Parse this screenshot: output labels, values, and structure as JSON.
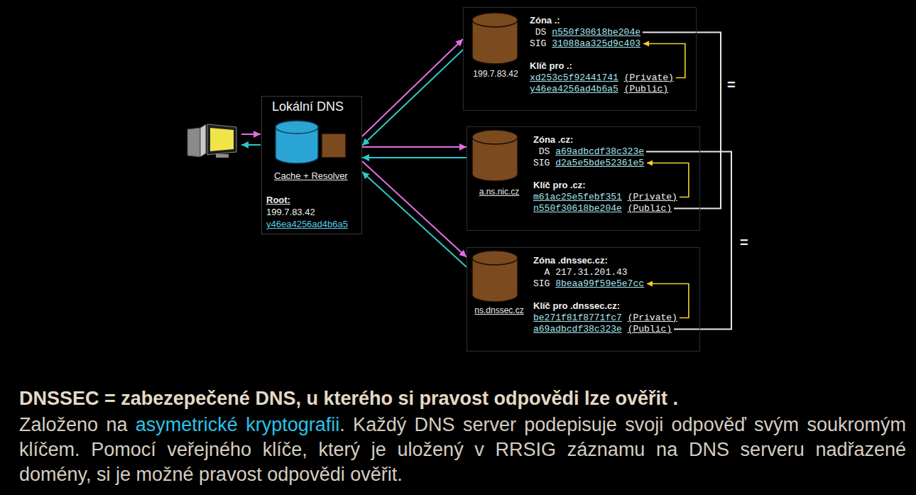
{
  "diagram": {
    "caption": "DNSSEC = zabezepečené DNS, u kterého si pravost odpovědi lze ověřit .",
    "nodes": [
      {
        "text": [
          "Lokální DNS",
          "Cache + Resolver",
          "Root:",
          "199.7.83.42",
          "y46ea4256ad4b6a5"
        ]
      },
      {
        "text": [
          "199.7.83.42",
          "Zóna .:",
          "DS",
          "n550f30618be204e",
          "SIG",
          "31088aa325d9c403",
          "Klíč pro .:",
          "xd253c5f92441741",
          "(Private)",
          "y46ea4256ad4b6a5",
          "(Public)"
        ]
      },
      {
        "text": [
          "a.ns.nic.cz",
          "Zóna .cz:",
          "DS",
          "a69adbcdf38c323e",
          "SIG",
          "d2a5e5bde52361e5",
          "Klíč pro .cz:",
          "m61ac25e5febf351",
          "(Private)",
          "n550f30618be204e",
          "(Public)"
        ]
      },
      {
        "text": [
          "ns.dnssec.cz",
          "Zóna .dnssec.cz:",
          "A",
          "217.31.201.43",
          "SIG",
          "8beaa99f59e5e7cc",
          "Klíč pro .dnssec.cz:",
          "be271f81f8771fc7",
          "(Private)",
          "a69adbcdf38c323e",
          "(Public)"
        ]
      }
    ],
    "edges": [
      {
        "from": 0,
        "to": 1,
        "arrow": "to"
      },
      {
        "from": 1,
        "to": 0,
        "arrow": "to"
      },
      {
        "from": 0,
        "to": 2,
        "arrow": "to"
      },
      {
        "from": 2,
        "to": 0,
        "arrow": "to"
      },
      {
        "from": 0,
        "to": 3,
        "arrow": "to"
      },
      {
        "from": 3,
        "to": 0,
        "arrow": "to"
      }
    ],
    "labels": [
      "=",
      "=",
      "Založeno na",
      "asymetrické kryptografii",
      ". Každý DNS server podepisuje svoji odpověď svým soukromým klíčem. Pomocí veřejného klíče, který je uložený v RRSIG záznamu na DNS serveru nadřazené domény, si je možné pravost odpovědi ověřit."
    ]
  }
}
